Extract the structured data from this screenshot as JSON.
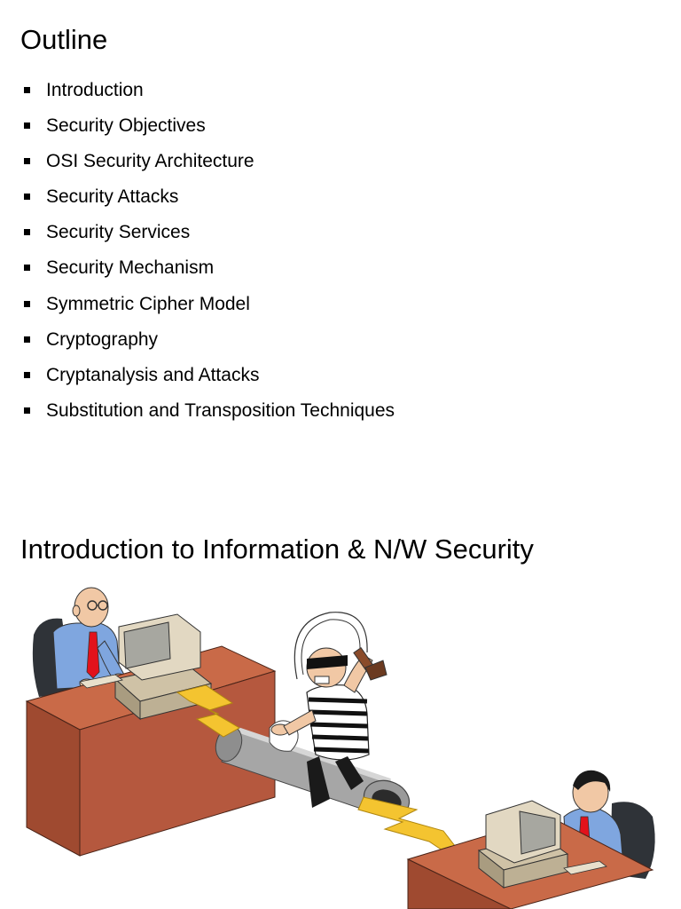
{
  "slide1": {
    "title": "Outline",
    "items": [
      "Introduction",
      "Security Objectives",
      "OSI Security Architecture",
      "Security Attacks",
      "Security Services",
      "Security Mechanism",
      "Symmetric Cipher Model",
      "Cryptography",
      "Cryptanalysis and Attacks",
      "Substitution and Transposition Techniques"
    ]
  },
  "slide2": {
    "title": "Introduction to Information & N/W Security"
  },
  "colors": {
    "desk": "#b5583e",
    "pipe": "#a6a6a6",
    "bolt": "#f4c430",
    "shirt": "#7fa6df",
    "tie": "#e2121b",
    "computer": "#d9cdb3"
  },
  "icons": [
    "sender-figure",
    "receiver-figure",
    "attacker-figure",
    "computer-icon",
    "pipe",
    "lightning-bolt"
  ]
}
